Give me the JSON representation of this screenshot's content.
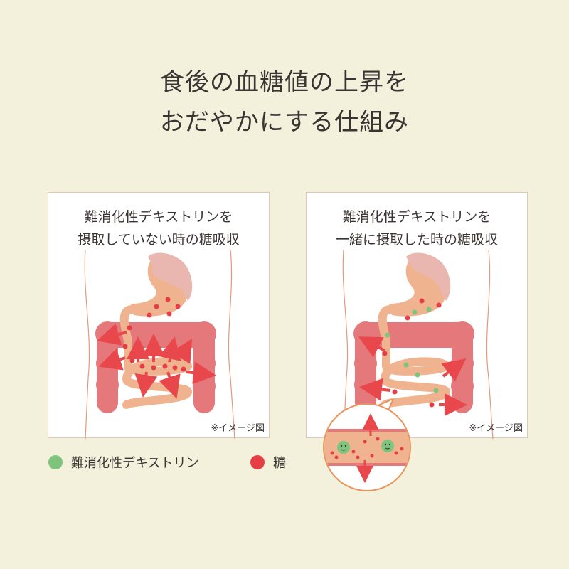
{
  "title": {
    "line1": "食後の血糖値の上昇を",
    "line2": "おだやかにする仕組み"
  },
  "panels": [
    {
      "heading_line1": "難消化性デキストリンを",
      "heading_line2": "摂取していない時の糖吸収",
      "note": "※イメージ図"
    },
    {
      "heading_line1": "難消化性デキストリンを",
      "heading_line2": "一緒に摂取した時の糖吸収",
      "note": "※イメージ図"
    }
  ],
  "legend": [
    {
      "label": "難消化性デキストリン",
      "color": "#7fc47d"
    },
    {
      "label": "糖",
      "color": "#e63e45"
    }
  ],
  "colors": {
    "background": "#f3f1dc",
    "colon": "#e4787a",
    "small_intestine": "#efb48f",
    "stomach_top": "#eab7b0",
    "stomach_bottom": "#efb48f",
    "arrow": "#e8484c",
    "sugar": "#e63e45",
    "dextrin": "#7fc47d",
    "zoom_border": "#e8955d"
  }
}
